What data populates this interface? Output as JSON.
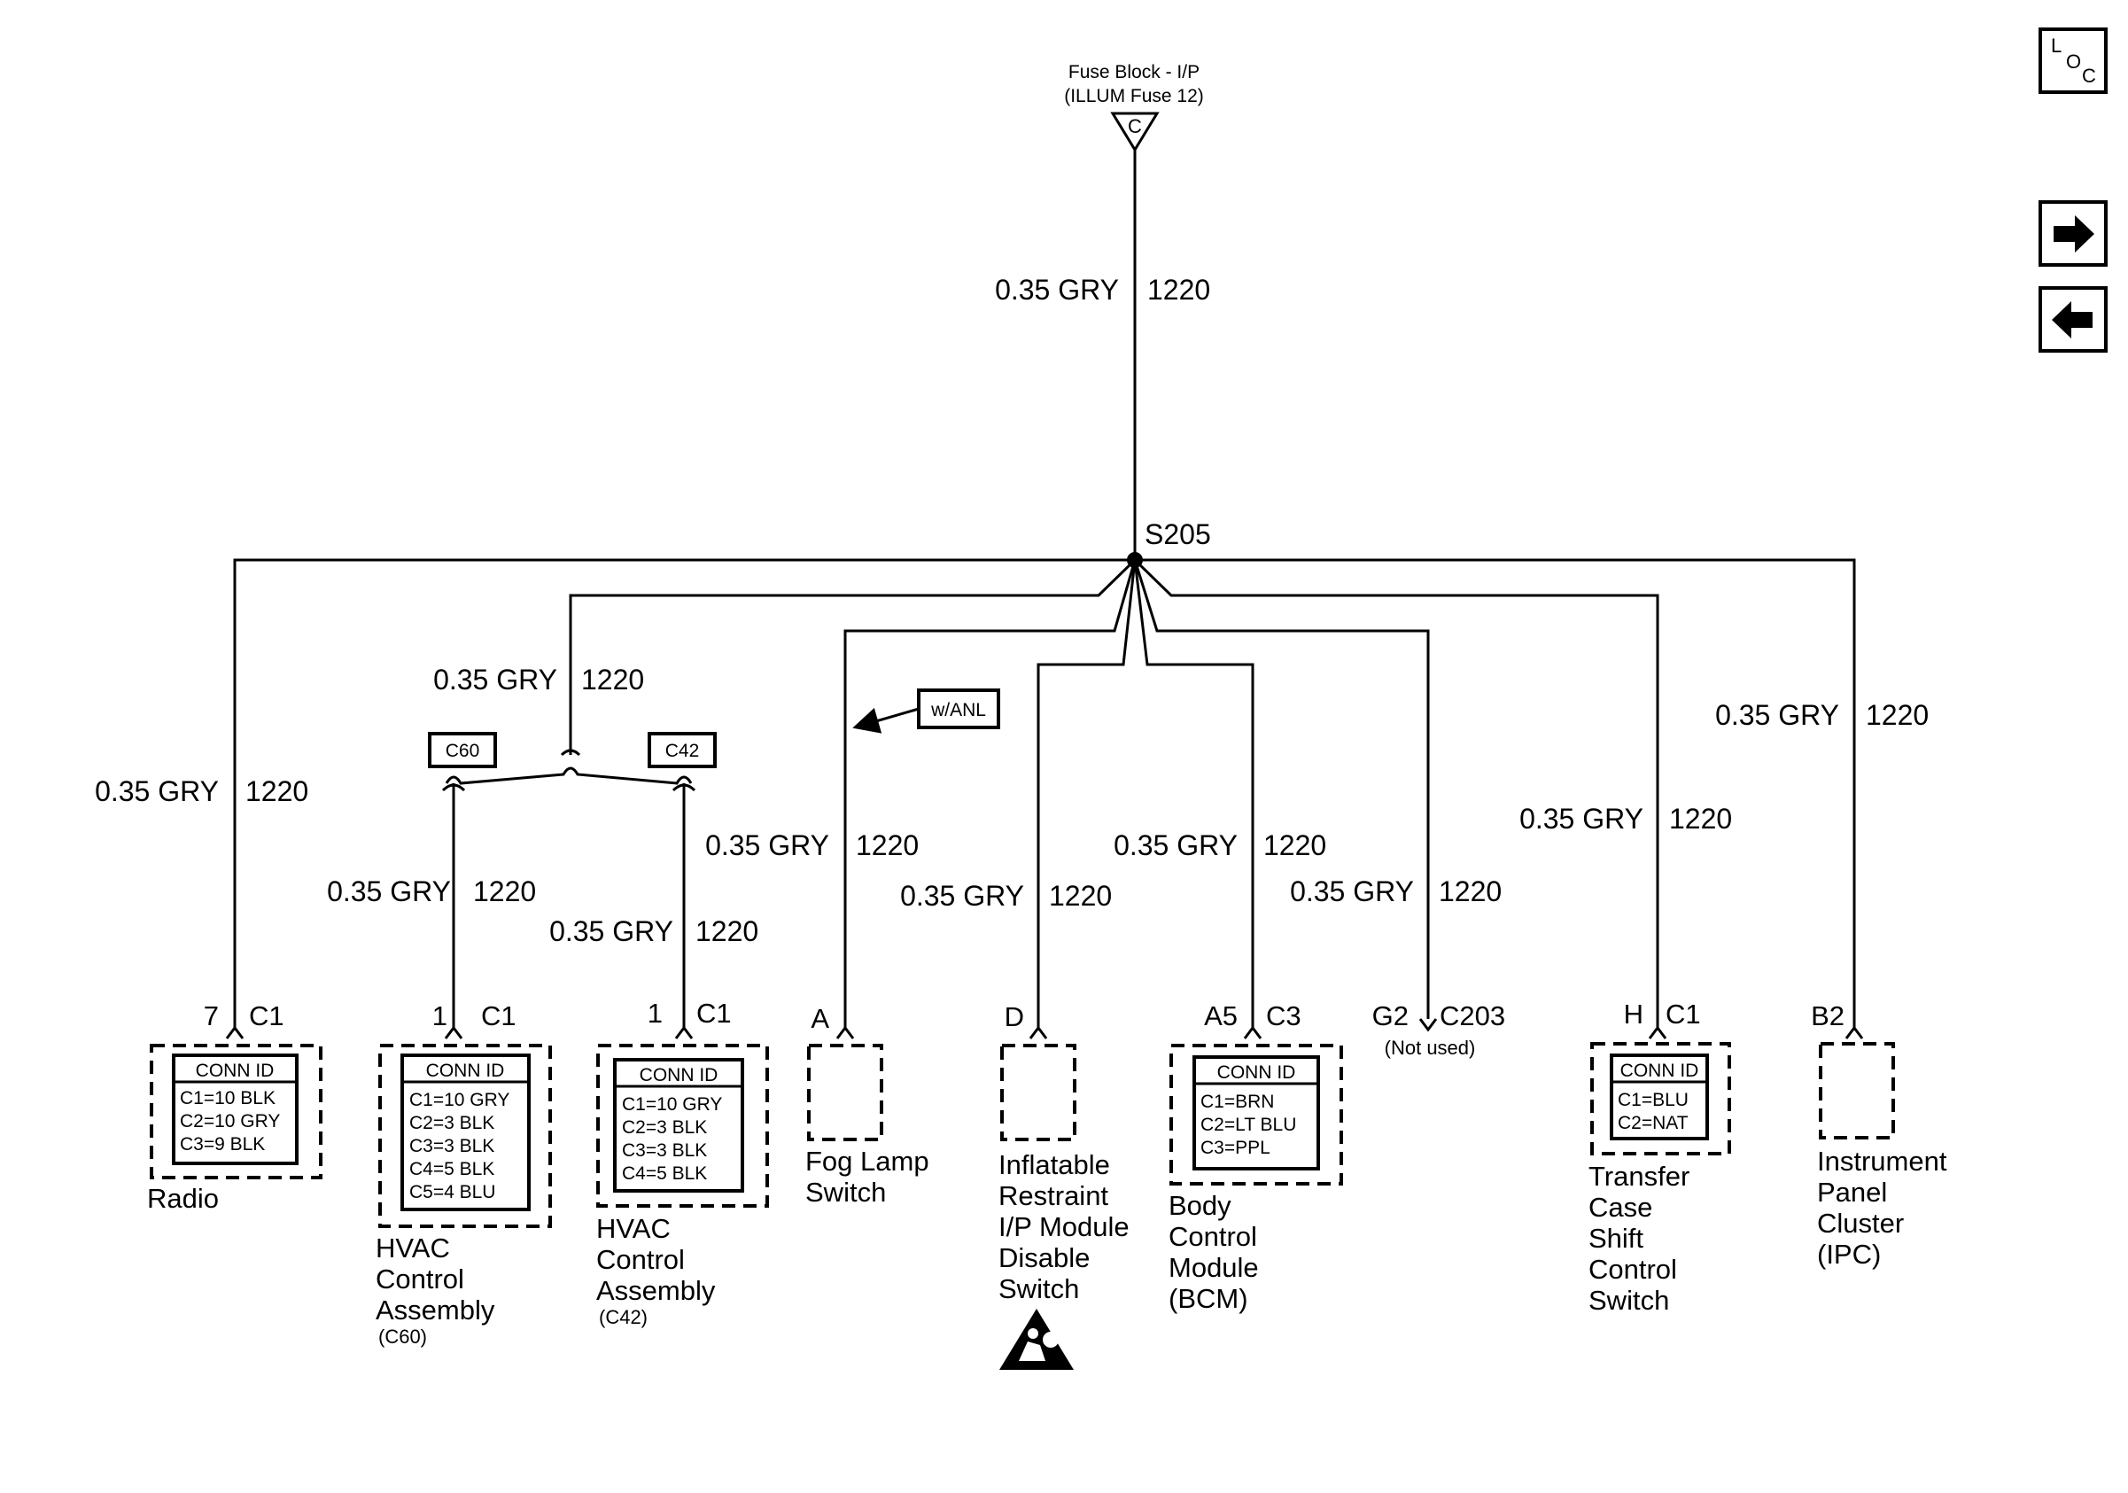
{
  "source": {
    "line1": "Fuse Block - I/P",
    "line2": "(ILLUM Fuse 12)",
    "terminal": "C"
  },
  "splice": "S205",
  "wire": {
    "gauge_color": "0.35 GRY",
    "circuit": "1220"
  },
  "connectors": {
    "c60": "C60",
    "c42": "C42"
  },
  "option": "w/ANL",
  "nav": {
    "loc_l": "L",
    "loc_o": "O",
    "loc_c": "C",
    "next": "next-arrow",
    "prev": "prev-arrow"
  },
  "components": {
    "radio": {
      "pin": "7",
      "conn": "C1",
      "name": "Radio",
      "conn_id_title": "CONN ID",
      "ids": [
        "C1=10 BLK",
        "C2=10 GRY",
        "C3=9 BLK"
      ]
    },
    "hvac_c60": {
      "pin": "1",
      "conn": "C1",
      "name_lines": [
        "HVAC",
        "Control",
        "Assembly"
      ],
      "sub": "(C60)",
      "conn_id_title": "CONN ID",
      "ids": [
        "C1=10 GRY",
        "C2=3 BLK",
        "C3=3 BLK",
        "C4=5 BLK",
        "C5=4 BLU"
      ]
    },
    "hvac_c42": {
      "pin": "1",
      "conn": "C1",
      "name_lines": [
        "HVAC",
        "Control",
        "Assembly"
      ],
      "sub": "(C42)",
      "conn_id_title": "CONN ID",
      "ids": [
        "C1=10 GRY",
        "C2=3 BLK",
        "C3=3 BLK",
        "C4=5 BLK"
      ]
    },
    "fog": {
      "pin": "A",
      "name_lines": [
        "Fog Lamp",
        "Switch"
      ]
    },
    "inflatable": {
      "pin": "D",
      "name_lines": [
        "Inflatable",
        "Restraint",
        "I/P Module",
        "Disable",
        "Switch"
      ],
      "icon": "airbag-warning-icon"
    },
    "bcm": {
      "pin": "A5",
      "conn": "C3",
      "name_lines": [
        "Body",
        "Control",
        "Module",
        "(BCM)"
      ],
      "conn_id_title": "CONN ID",
      "ids": [
        "C1=BRN",
        "C2=LT BLU",
        "C3=PPL"
      ]
    },
    "c203": {
      "pin": "G2",
      "conn": "C203",
      "note": "(Not used)"
    },
    "transfer": {
      "pin": "H",
      "conn": "C1",
      "name_lines": [
        "Transfer",
        "Case",
        "Shift",
        "Control",
        "Switch"
      ],
      "conn_id_title": "CONN ID",
      "ids": [
        "C1=BLU",
        "C2=NAT"
      ]
    },
    "ipc": {
      "pin": "B2",
      "name_lines": [
        "Instrument",
        "Panel",
        "Cluster",
        "(IPC)"
      ]
    }
  }
}
